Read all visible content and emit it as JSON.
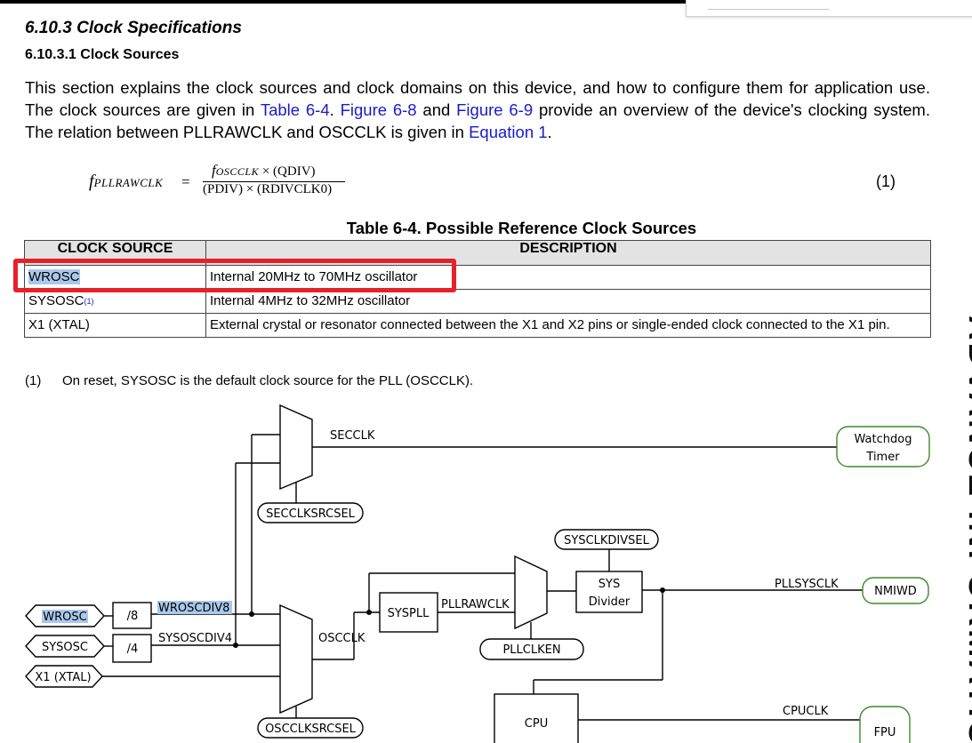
{
  "header": {
    "section": "6.10.3 Clock Specifications",
    "subsection": "6.10.3.1 Clock Sources"
  },
  "intro": {
    "t1": "This section explains the clock sources and clock domains on this device, and how to configure them for application use. The clock sources are given in ",
    "link_table": "Table 6-4",
    "t2": ". ",
    "link_fig8": "Figure 6-8",
    "t3": " and ",
    "link_fig9": "Figure 6-9",
    "t4": " provide an overview of the device's clocking system. The relation between PLLRAWCLK and OSCCLK is given in ",
    "link_eq": "Equation 1",
    "t5": "."
  },
  "equation": {
    "lhs_f": "f",
    "lhs_sub": "PLLRAWCLK",
    "equals": "=",
    "num_f": "f",
    "num_sub": "OSCCLK",
    "num_rest": " × (QDIV)",
    "denominator": "(PDIV) × (RDIVCLK0)",
    "number": "(1)"
  },
  "table": {
    "caption": "Table 6-4. Possible Reference Clock Sources",
    "headers": [
      "CLOCK SOURCE",
      "DESCRIPTION"
    ],
    "rows": [
      {
        "source": "WROSC",
        "footnote": "",
        "description": "Internal 20MHz to 70MHz oscillator"
      },
      {
        "source": "SYSOSC",
        "footnote": "(1)",
        "description": "Internal 4MHz to 32MHz oscillator"
      },
      {
        "source": "X1 (XTAL)",
        "footnote": "",
        "description": "External crystal or resonator connected between the X1 and X2 pins or single-ended clock connected to the X1 pin."
      }
    ]
  },
  "footnote": {
    "marker": "(1)",
    "text": "On reset, SYSOSC is the default clock source for the PLL (OSCCLK)."
  },
  "diagram": {
    "inputs": [
      "WROSC",
      "SYSOSC",
      "X1 (XTAL)"
    ],
    "dividers": [
      "/8",
      "/4"
    ],
    "signals": {
      "wroscdiv8": "WROSCDIV8",
      "sysoscdiv4": "SYSOSCDIV4",
      "secclk": "SECCLK",
      "oscclk": "OSCCLK",
      "pllrawclk": "PLLRAWCLK",
      "pllsysclk": "PLLSYSCLK",
      "cpuclk": "CPUCLK"
    },
    "selects": {
      "secclksrcsel": "SECCLKSRCSEL",
      "oscclksrcsel": "OSCCLKSRCSEL",
      "sysclkdivsel": "SYSCLKDIVSEL",
      "pllclken": "PLLCLKEN"
    },
    "blocks": {
      "syspll": "SYSPLL",
      "sys_divider_l1": "SYS",
      "sys_divider_l2": "Divider",
      "cpu": "CPU"
    },
    "outputs": {
      "watchdog_l1": "Watchdog",
      "watchdog_l2": "Timer",
      "nmiwd": "NMIWD",
      "fpu": "FPU"
    }
  },
  "side_banner": "ADVANCE INFORMATION"
}
